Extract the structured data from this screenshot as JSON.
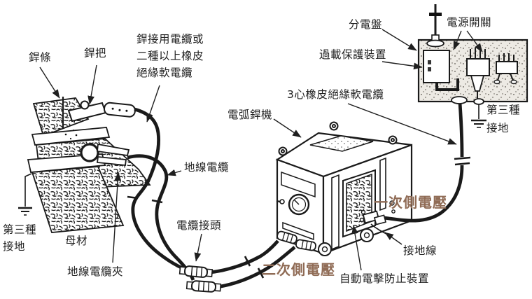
{
  "figure": {
    "type": "technical-line-diagram",
    "subject": "arc welding machine electrical hookup",
    "background": "#ffffff",
    "ink_color": "#1f1f1f",
    "accent_color": "#8f6b55",
    "panel_fill": "#edeae4"
  },
  "labels": {
    "electrode": "銲條",
    "holder": "銲把",
    "welding_cable": "銲接用電纜或\n二種以上橡皮\n絕緣軟電纜",
    "distribution_panel": "分電盤",
    "power_switch": "電源開關",
    "overload_protection": "過載保護裝置",
    "three_core_cable": "3心橡皮絕緣軟電纜",
    "arc_welder": "電弧銲機",
    "third_ground_right": "第三種\n接地",
    "ground_cable": "地線電纜",
    "cable_connector": "電纜接頭",
    "third_ground_left": "第三種\n接地",
    "base_metal": "母材",
    "ground_cable_clamp": "地線電纜夾",
    "primary_voltage": "一次側電壓",
    "secondary_voltage": "二次側電壓",
    "grounding_wire": "接地線",
    "auto_shock_prevention": "自動電擊防止裝置"
  }
}
